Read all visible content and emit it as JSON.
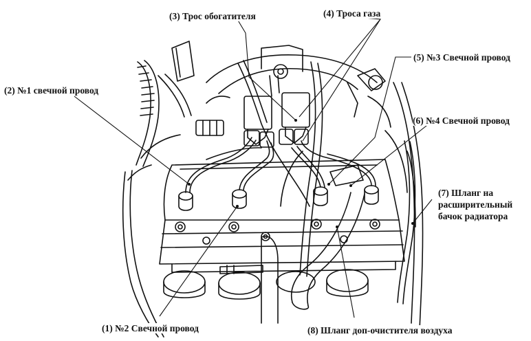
{
  "callouts": [
    {
      "id": "c3",
      "text": "(3) Трос обогатителя"
    },
    {
      "id": "c4",
      "text": "(4) Троса газа"
    },
    {
      "id": "c5",
      "text": "(5) №3 Свечной провод"
    },
    {
      "id": "c2",
      "text": "(2) №1 свечной провод"
    },
    {
      "id": "c6",
      "text": "(6) №4 Свечной провод"
    },
    {
      "id": "c7",
      "text": "(7) Шланг на\nрасширительный\nбачок радиатора"
    },
    {
      "id": "c1",
      "text": "(1) №2 Свечной провод"
    },
    {
      "id": "c8",
      "text": "(8) Шланг доп-очистителя воздуха"
    }
  ],
  "colors": {
    "ink": "#111111",
    "paper": "#ffffff"
  }
}
